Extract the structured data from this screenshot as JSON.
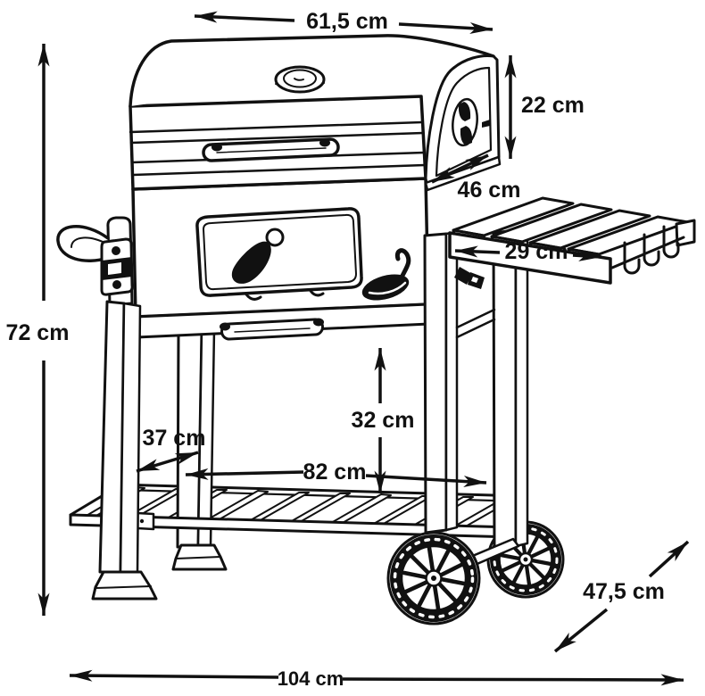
{
  "colors": {
    "ink": "#111111",
    "background": "#ffffff"
  },
  "diagram": {
    "unit": "cm",
    "dimensions": {
      "lid_width": "61,5 cm",
      "lid_height": "22 cm",
      "lid_depth": "46 cm",
      "side_table_depth": "29 cm",
      "total_height": "72 cm",
      "base_depth": "37 cm",
      "shelf_clearance": "32 cm",
      "inner_width": "82 cm",
      "total_depth": "47,5 cm",
      "total_width": "104 cm"
    }
  }
}
